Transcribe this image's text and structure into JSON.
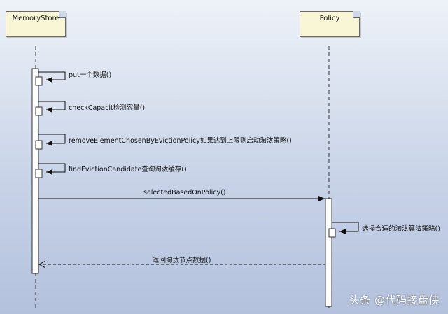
{
  "participants": [
    {
      "name": "MemoryStore"
    },
    {
      "name": "Policy"
    }
  ],
  "messages": [
    {
      "label": "put一个数据()"
    },
    {
      "label": "checkCapacit检测容量()"
    },
    {
      "label": "removeElementChosenByEvictionPolicy如果达到上限则启动淘汰策略()"
    },
    {
      "label": "findEvictionCandidate查询淘汰缓存()"
    },
    {
      "label": "selectedBasedOnPolicy()"
    },
    {
      "label": "选择合适的淘汰算法策略()"
    },
    {
      "label": "返回淘汰节点数据()"
    }
  ],
  "watermark": "头条 @代码接盘侠"
}
